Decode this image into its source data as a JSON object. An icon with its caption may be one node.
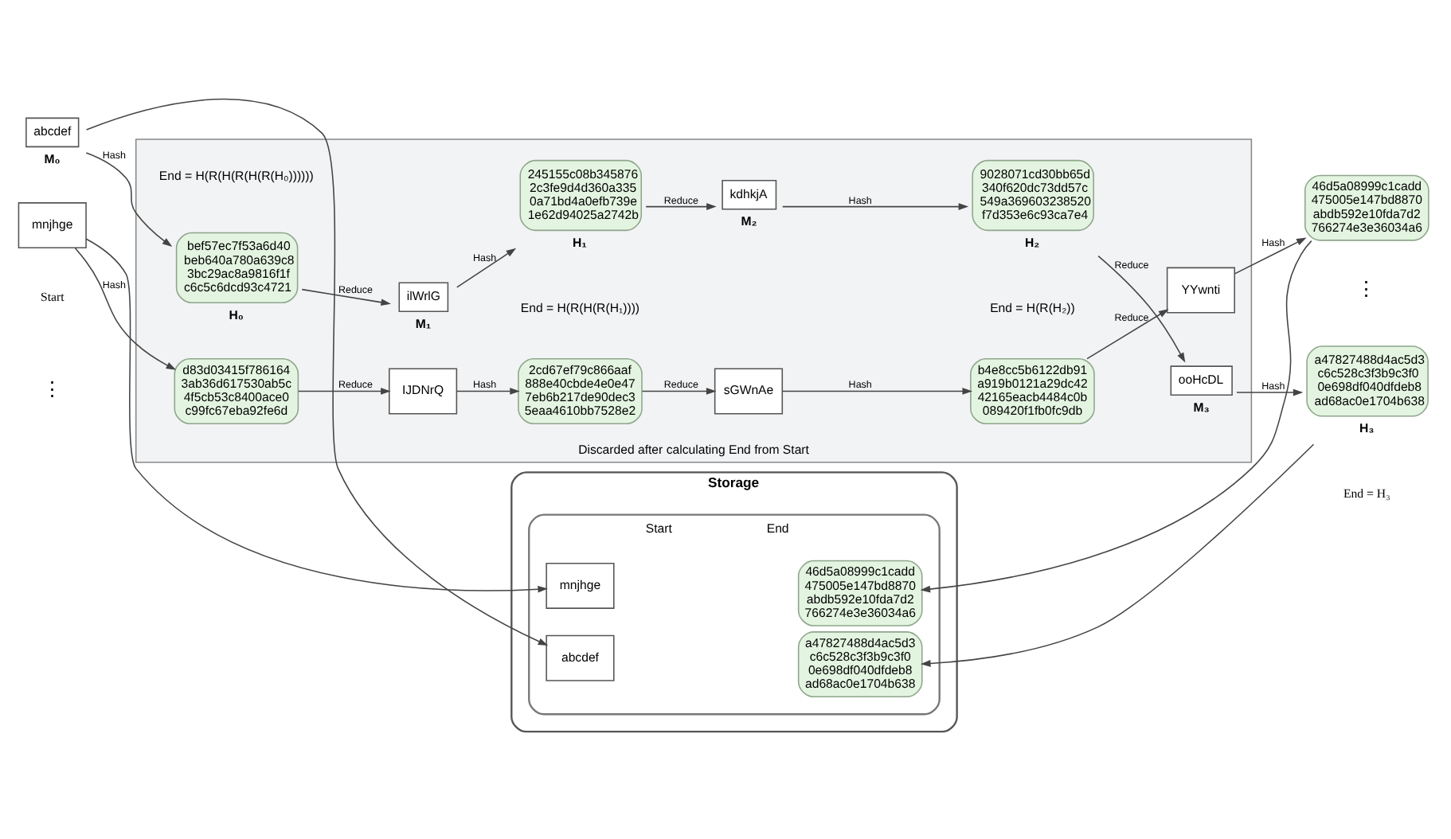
{
  "diagram": {
    "nodes": [
      {
        "text": [
          "Storage"
        ]
      },
      {
        "text": [
          "Start",
          "End"
        ],
        "in": 0
      },
      {
        "text": [
          "abcdef"
        ],
        "in": 1
      },
      {
        "text": [
          "a47827488d4ac5d3 c6c528c3f3b9c3f0 0e698df040dfdeb8 ad68ac0e1704b638"
        ],
        "in": 1
      },
      {
        "text": [
          "mnjhge"
        ],
        "in": 1
      },
      {
        "text": [
          "46d5a08999c1cadd 475005e147bd8870 abdb592e10fda7d2 766274e3e36034a6"
        ],
        "in": 1
      },
      {
        "text": [
          "Discarded after calculating End from Start"
        ]
      },
      {
        "text": [
          "abcdef"
        ],
        "beside": [
          "M₀"
        ]
      },
      {
        "text": [
          "mnjhge"
        ]
      },
      {
        "text": [
          "bef57ec7f53a6d40 beb640a780a639c8 3bc29ac8a9816f1f c6c5c6dcd93c4721"
        ],
        "in": 6,
        "beside": [
          "H₀"
        ]
      },
      {
        "text": [
          "ilWrlG"
        ],
        "in": 6,
        "beside": [
          "M₁"
        ]
      },
      {
        "text": [
          "245155c08b345876 2c3fe9d4d360a335 0a71bd4a0efb739e 1e62d94025a2742b"
        ],
        "in": 6,
        "beside": [
          "H₁"
        ]
      },
      {
        "text": [
          "kdhkjA"
        ],
        "in": 6,
        "beside": [
          "M₂"
        ]
      },
      {
        "text": [
          "9028071cd30bb65d 340f620dc73dd57c 549a369603238520 f7d353e6c93ca7e4"
        ],
        "in": 6,
        "beside": [
          "H₂"
        ]
      },
      {
        "text": [
          "ooHcDL"
        ],
        "in": 6,
        "beside": [
          "M₃"
        ]
      },
      {
        "text": [
          "d83d03415f786164 3ab36d617530ab5c 4f5cb53c8400ace0 c99fc67eba92fe6d"
        ],
        "in": 6
      },
      {
        "text": [
          "IJDNrQ"
        ],
        "in": 6
      },
      {
        "text": [
          "2cd67ef79c866aaf 888e40cbde4e0e47 7eb6b217de90dec3 5eaa4610bb7528e2"
        ],
        "in": 6
      },
      {
        "text": [
          "sGWnAe"
        ],
        "in": 6
      },
      {
        "text": [
          "b4e8cc5b6122db91 a919b0121a29dc42 42165eacb4484c0b 089420f1fb0fc9db"
        ],
        "in": 6
      },
      {
        "text": [
          "YYwnti"
        ],
        "in": 6
      },
      {
        "text": [
          "a47827488d4ac5d3 c6c528c3f3b9c3f0 0e698df040dfdeb8 ad68ac0e1704b638"
        ],
        "beside": [
          "H₃"
        ]
      },
      {
        "text": [
          "46d5a08999c1cadd 475005e147bd8870 abdb592e10fda7d2 766274e3e36034a6"
        ]
      }
    ],
    "edges": [
      {
        "from": 7,
        "to": 9,
        "arrow": "to",
        "label": "Hash"
      },
      {
        "from": 9,
        "to": 10,
        "arrow": "to",
        "label": "Reduce"
      },
      {
        "from": 10,
        "to": 11,
        "arrow": "to",
        "label": "Hash"
      },
      {
        "from": 11,
        "to": 12,
        "arrow": "to",
        "label": "Reduce"
      },
      {
        "from": 12,
        "to": 13,
        "arrow": "to",
        "label": "Hash"
      },
      {
        "from": 13,
        "to": 14,
        "arrow": "to",
        "label": "Reduce"
      },
      {
        "from": 14,
        "to": 21,
        "arrow": "to",
        "label": "Hash"
      },
      {
        "from": 8,
        "to": 15,
        "arrow": "to",
        "label": "Hash"
      },
      {
        "from": 15,
        "to": 16,
        "arrow": "to",
        "label": "Reduce"
      },
      {
        "from": 16,
        "to": 17,
        "arrow": "to",
        "label": "Hash"
      },
      {
        "from": 17,
        "to": 18,
        "arrow": "to",
        "label": "Reduce"
      },
      {
        "from": 18,
        "to": 19,
        "arrow": "to",
        "label": "Hash"
      },
      {
        "from": 19,
        "to": 20,
        "arrow": "to",
        "label": "Reduce"
      },
      {
        "from": 20,
        "to": 22,
        "arrow": "to",
        "label": "Hash"
      },
      {
        "from": 7,
        "to": 2,
        "arrow": "to"
      },
      {
        "from": 8,
        "to": 4,
        "arrow": "to"
      },
      {
        "from": 21,
        "to": 3,
        "arrow": "to"
      },
      {
        "from": 22,
        "to": 5,
        "arrow": "to"
      }
    ],
    "labels": [
      "Start",
      "End = H(R(H(R(H(R(H₀))))))",
      "End = H(R(H(R(H₁))))",
      "End = H(R(H₂))",
      "End = H₃",
      "⋮",
      "⋮"
    ]
  }
}
